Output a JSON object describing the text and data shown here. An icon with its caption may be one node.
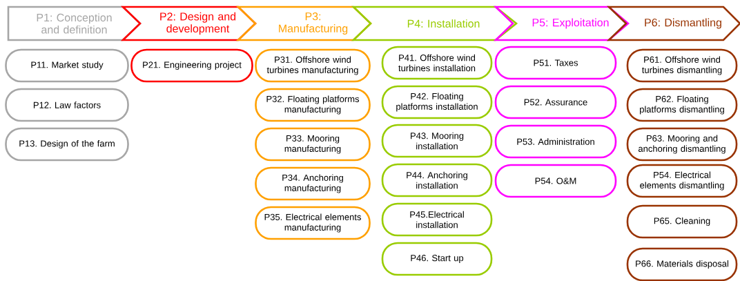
{
  "diagram": {
    "nodes": [
      {
        "text": [
          "P1: Conception and definition"
        ]
      },
      {
        "text": [
          "P2: Design and development"
        ]
      },
      {
        "text": [
          "P3: Manufacturing"
        ]
      },
      {
        "text": [
          "P4: Installation"
        ]
      },
      {
        "text": [
          "P5: Exploitation"
        ]
      },
      {
        "text": [
          "P6: Dismantling"
        ]
      },
      {
        "text": [
          "P11. Market study"
        ]
      },
      {
        "text": [
          "P12. Law factors"
        ]
      },
      {
        "text": [
          "P13. Design of the farm"
        ]
      },
      {
        "text": [
          "P21. Engineering project"
        ]
      },
      {
        "text": [
          "P31. Offshore wind turbines manufacturing"
        ]
      },
      {
        "text": [
          "P32. Floating platforms manufacturing"
        ]
      },
      {
        "text": [
          "P33. Mooring manufacturing"
        ]
      },
      {
        "text": [
          "P34. Anchoring manufacturing"
        ]
      },
      {
        "text": [
          "P35. Electrical elements manufacturing"
        ]
      },
      {
        "text": [
          "P41. Offshore wind turbines installation"
        ]
      },
      {
        "text": [
          "P42. Floating platforms installation"
        ]
      },
      {
        "text": [
          "P43. Mooring installation"
        ]
      },
      {
        "text": [
          "P44. Anchoring installation"
        ]
      },
      {
        "text": [
          "P45.Electrical installation"
        ]
      },
      {
        "text": [
          "P46. Start up"
        ]
      },
      {
        "text": [
          "P51. Taxes"
        ]
      },
      {
        "text": [
          "P52. Assurance"
        ]
      },
      {
        "text": [
          "P53. Administration"
        ]
      },
      {
        "text": [
          "P54. O&M"
        ]
      },
      {
        "text": [
          "P61. Offshore wind turbines dismantling"
        ]
      },
      {
        "text": [
          "P62. Floating platforms dismantling"
        ]
      },
      {
        "text": [
          "P63. Mooring and anchoring dismantling"
        ]
      },
      {
        "text": [
          "P54. Electrical elements dismantling"
        ]
      },
      {
        "text": [
          "P65. Cleaning"
        ]
      },
      {
        "text": [
          "P66. Materials disposal"
        ]
      }
    ]
  }
}
